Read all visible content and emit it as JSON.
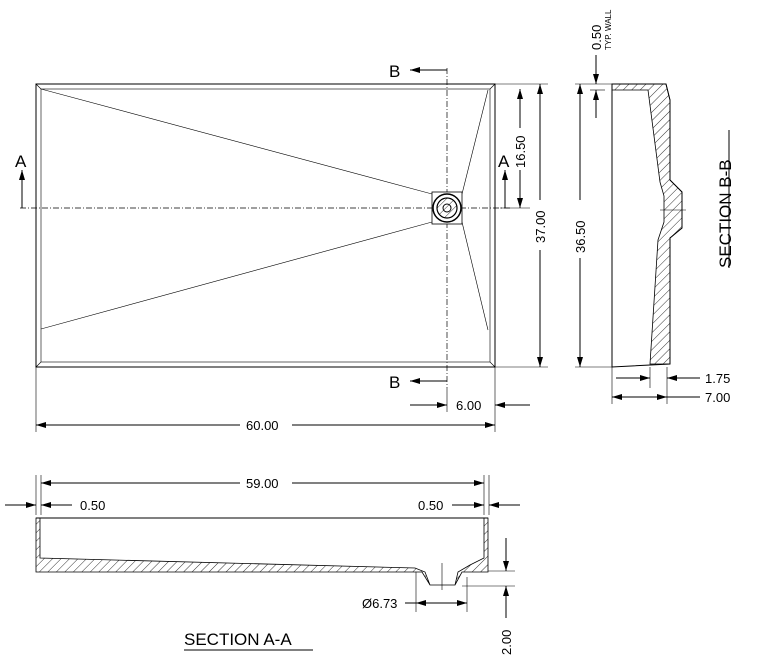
{
  "plan_view": {
    "section_b_top": "B",
    "section_b_bottom": "B",
    "section_a_left": "A",
    "section_a_right": "A",
    "dim_width": "60.00",
    "dim_drain_offset": "6.00",
    "dim_drain_center": "16.50",
    "dim_depth": "37.00"
  },
  "section_bb": {
    "title": "SECTION B-B",
    "dim_wall": "0.50",
    "wall_note": "TYP. WALL",
    "dim_inner_depth": "36.50",
    "dim_drain_rise": "1.75",
    "dim_height": "7.00"
  },
  "section_aa": {
    "title": "SECTION A-A",
    "dim_inner_width": "59.00",
    "dim_left_wall": "0.50",
    "dim_right_wall": "0.50",
    "dim_drain_diameter": "Ø6.73",
    "dim_drain_depth": "2.00"
  }
}
